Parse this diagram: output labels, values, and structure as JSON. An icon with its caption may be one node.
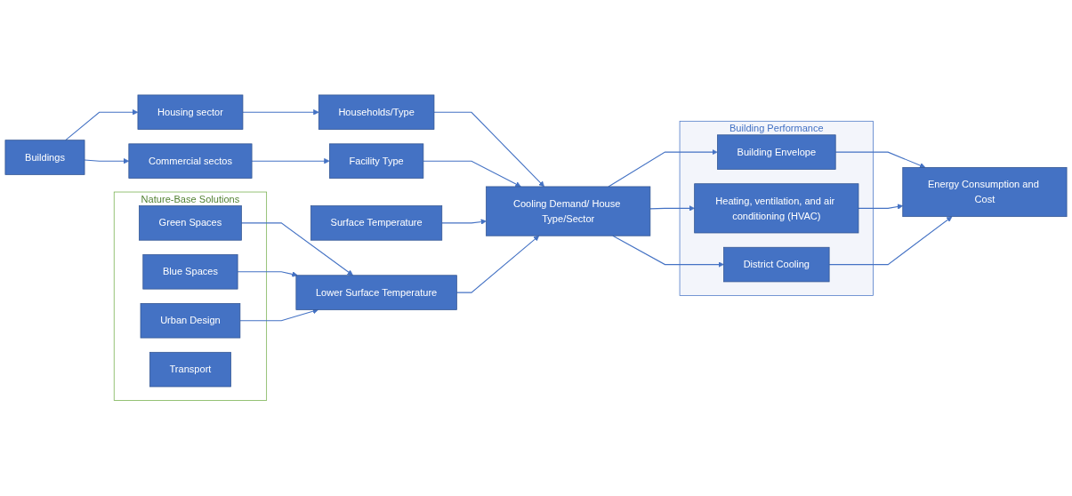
{
  "diagram": {
    "nodes": [
      {
        "text": [
          "Buildings"
        ]
      },
      {
        "text": [
          "Housing sector"
        ]
      },
      {
        "text": [
          "Commercial sectos"
        ]
      },
      {
        "text": [
          "Households/Type"
        ]
      },
      {
        "text": [
          "Facility Type"
        ]
      },
      {
        "text": [
          "Surface Temperature"
        ]
      },
      {
        "text": [
          "Cooling Demand/ House Type/Sector"
        ]
      },
      {
        "text": [
          "Lower Surface Temperature"
        ]
      },
      {
        "text": [
          "Building Performance"
        ]
      },
      {
        "text": [
          "Building Envelope"
        ],
        "in": 8
      },
      {
        "text": [
          "Heating, ventilation, and air conditioning (HVAC)"
        ],
        "in": 8
      },
      {
        "text": [
          "District Cooling"
        ],
        "in": 8
      },
      {
        "text": [
          "Energy Consumption and Cost"
        ]
      },
      {
        "text": [
          "Nature-Base Solutions"
        ]
      },
      {
        "text": [
          "Green Spaces"
        ],
        "in": 13
      },
      {
        "text": [
          "Blue Spaces"
        ],
        "in": 13
      },
      {
        "text": [
          "Urban Design"
        ],
        "in": 13
      },
      {
        "text": [
          "Transport"
        ],
        "in": 13
      }
    ],
    "edges": [
      {
        "from": 0,
        "to": 1,
        "arrow": "to"
      },
      {
        "from": 0,
        "to": 2,
        "arrow": "to"
      },
      {
        "from": 1,
        "to": 3,
        "arrow": "to"
      },
      {
        "from": 2,
        "to": 4,
        "arrow": "to"
      },
      {
        "from": 3,
        "to": 6,
        "arrow": "to"
      },
      {
        "from": 4,
        "to": 6,
        "arrow": "to"
      },
      {
        "from": 5,
        "to": 6,
        "arrow": "to"
      },
      {
        "from": 7,
        "to": 6,
        "arrow": "to"
      },
      {
        "from": 6,
        "to": 9,
        "arrow": "to"
      },
      {
        "from": 6,
        "to": 10,
        "arrow": "to"
      },
      {
        "from": 6,
        "to": 11,
        "arrow": "to"
      },
      {
        "from": 9,
        "to": 12,
        "arrow": "to"
      },
      {
        "from": 10,
        "to": 12,
        "arrow": "to"
      },
      {
        "from": 11,
        "to": 12,
        "arrow": "to"
      },
      {
        "from": 14,
        "to": 7,
        "arrow": "to"
      },
      {
        "from": 15,
        "to": 7,
        "arrow": "to"
      },
      {
        "from": 16,
        "to": 7,
        "arrow": "to"
      }
    ]
  }
}
